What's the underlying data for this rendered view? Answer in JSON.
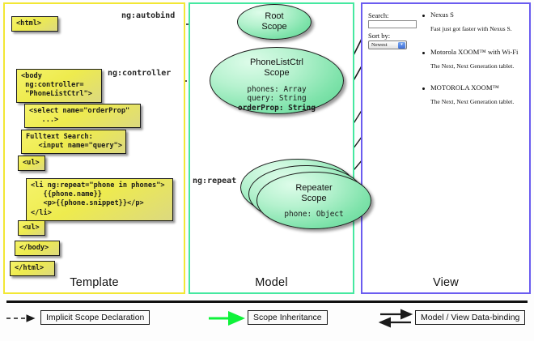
{
  "panels": [
    {
      "id": "template",
      "title": "Template",
      "color": "#f2e734"
    },
    {
      "id": "model",
      "title": "Model",
      "color": "#45e8a0"
    },
    {
      "id": "view",
      "title": "View",
      "color": "#6b5cf0"
    }
  ],
  "template": {
    "boxes": [
      {
        "name": "html-open-tag",
        "code": "<html>"
      },
      {
        "name": "body-controller-tag",
        "code": "<body\n ng:controller=\n \"PhoneListCtrl\">"
      },
      {
        "name": "select-orderprop-tag",
        "code": "<select name=\"orderProp\"\n   ...>"
      },
      {
        "name": "fulltext-search-input",
        "code": "Fulltext Search:\n   <input name=\"query\">"
      },
      {
        "name": "ul-open-tag",
        "code": "<ul>"
      },
      {
        "name": "li-ngrepeat-block",
        "code": "<li ng:repeat=\"phone in phones\">\n   {{phone.name}}\n   <p>{{phone.snippet}}</p>\n</li>"
      },
      {
        "name": "ul-close-tag",
        "code": "<ul>"
      },
      {
        "name": "body-close-tag",
        "code": "</body>"
      },
      {
        "name": "html-close-tag",
        "code": "</html>"
      }
    ]
  },
  "model": {
    "scopes": [
      {
        "name": "root-scope",
        "title": "Root\nScope",
        "props": []
      },
      {
        "name": "phonelistctrl-scope",
        "title": "PhoneListCtrl\nScope",
        "props": [
          {
            "text": "phones: Array",
            "bold": false
          },
          {
            "text": "query: String",
            "bold": false
          },
          {
            "text": "orderProp: String",
            "bold": true
          }
        ]
      },
      {
        "name": "repeater-scope",
        "title": "Repeater\nScope",
        "props": [
          {
            "text": "phone: Object",
            "bold": false
          }
        ]
      }
    ]
  },
  "connectors": [
    {
      "name": "ng-autobind-label",
      "label": "ng:autobind"
    },
    {
      "name": "ng-controller-label",
      "label": "ng:controller"
    },
    {
      "name": "ng-repeat-label",
      "label": "ng:repeat"
    }
  ],
  "view": {
    "search_label": "Search:",
    "search_value": "",
    "sort_label": "Sort by:",
    "sort_value": "Newest",
    "phones": [
      {
        "name": "Nexus S",
        "snippet": "Fast just got faster with Nexus S."
      },
      {
        "name": "Motorola XOOM™ with Wi-Fi",
        "snippet": "The Next, Next Generation tablet."
      },
      {
        "name": "MOTOROLA XOOM™",
        "snippet": "The Next, Next Generation tablet."
      }
    ]
  },
  "legend": [
    {
      "name": "implicit-scope-declaration",
      "label": "Implicit Scope Declaration",
      "style": "dashed-arrow",
      "color": "#111111"
    },
    {
      "name": "scope-inheritance",
      "label": "Scope Inheritance",
      "style": "green-arrow",
      "color": "#0ff23a"
    },
    {
      "name": "model-view-data-binding",
      "label": "Model / View Data-binding",
      "style": "double-arrow",
      "color": "#111111"
    }
  ]
}
